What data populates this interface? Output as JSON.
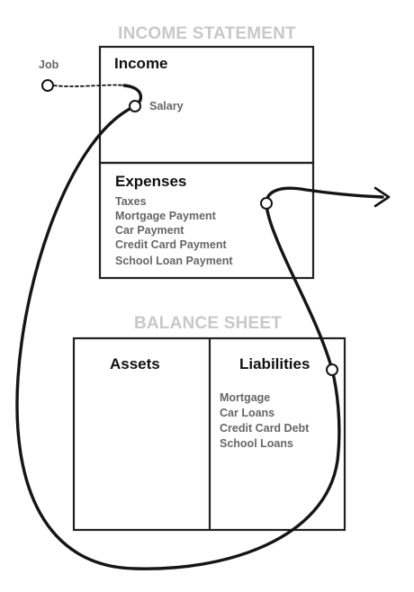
{
  "income_statement": {
    "title": "INCOME STATEMENT",
    "income": {
      "heading": "Income",
      "items": [
        "Salary"
      ]
    },
    "expenses": {
      "heading": "Expenses",
      "items": [
        "Taxes",
        "Mortgage Payment",
        "Car Payment",
        "Credit Card Payment",
        "School Loan Payment"
      ]
    }
  },
  "balance_sheet": {
    "title": "BALANCE SHEET",
    "assets": {
      "heading": "Assets",
      "items": []
    },
    "liabilities": {
      "heading": "Liabilities",
      "items": [
        "Mortgage",
        "Car Loans",
        "Credit Card Debt",
        "School Loans"
      ]
    }
  },
  "source_label": "Job",
  "colors": {
    "title_gray": "#c8c8c8",
    "item_gray": "#666666",
    "line": "#151515"
  }
}
